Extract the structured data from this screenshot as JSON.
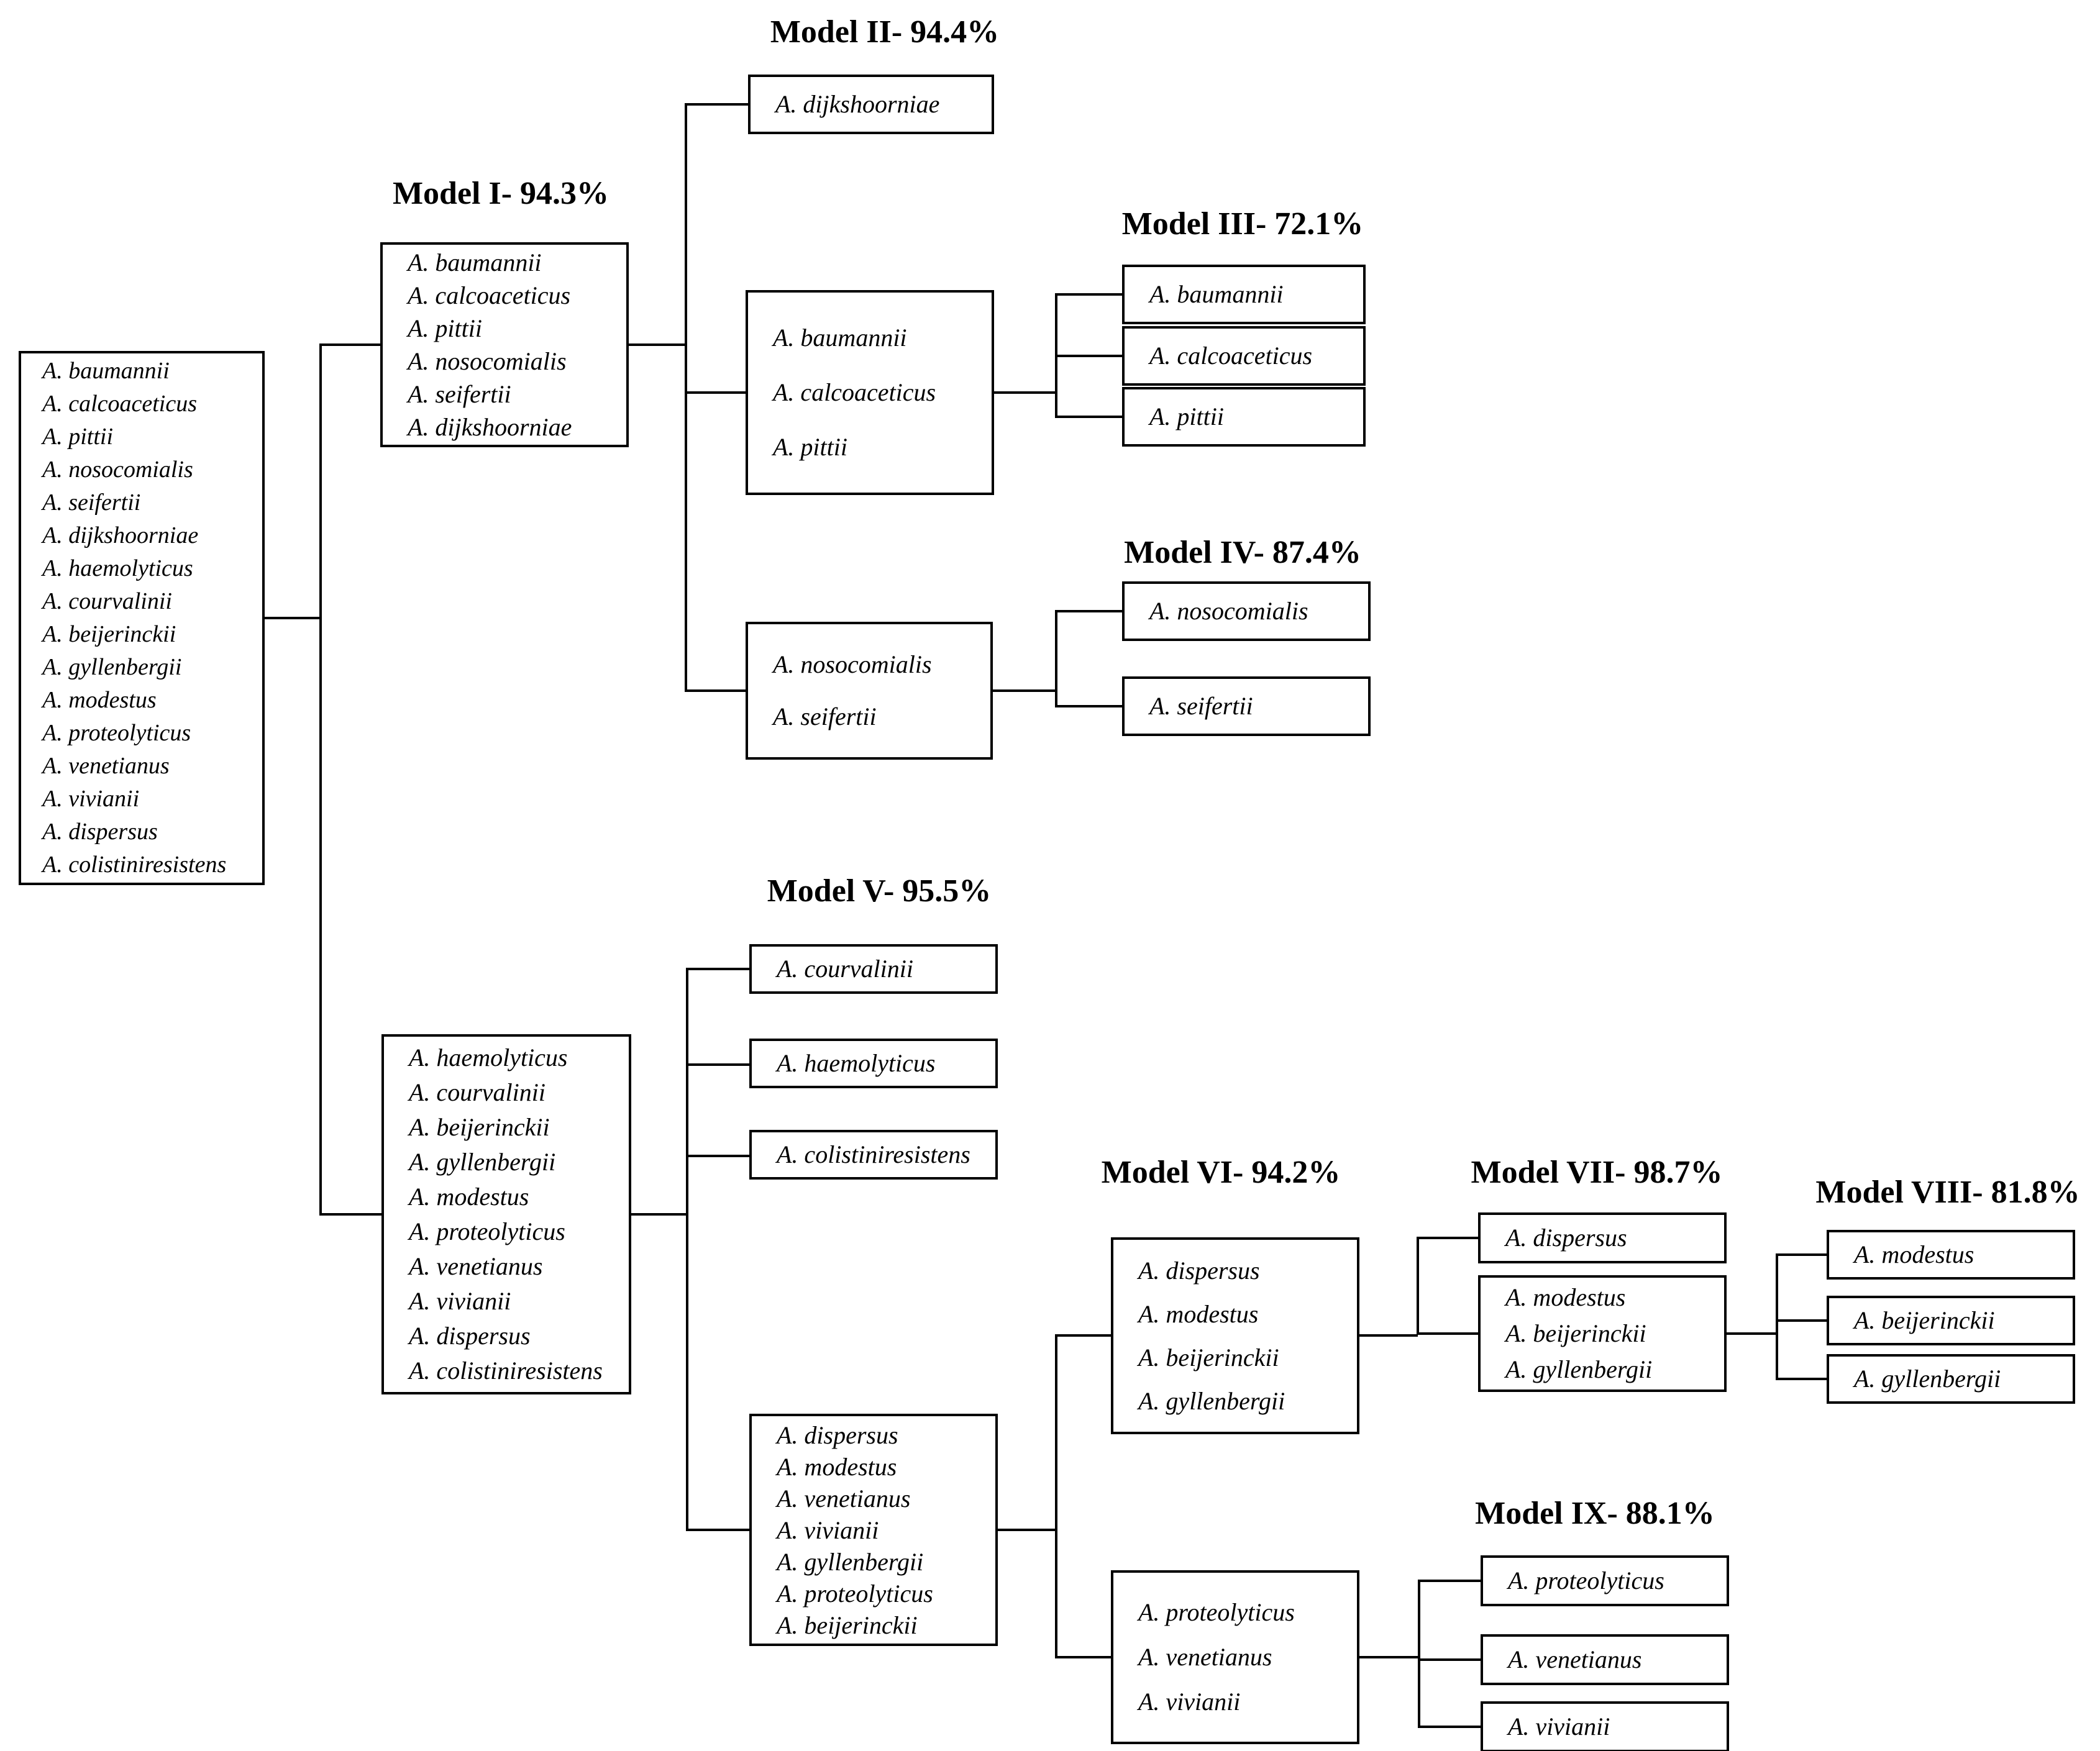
{
  "titles": {
    "m1": "Model I- 94.3%",
    "m2": "Model II- 94.4%",
    "m3": "Model III- 72.1%",
    "m4": "Model IV- 87.4%",
    "m5": "Model V- 95.5%",
    "m6": "Model VI- 94.2%",
    "m7": "Model VII- 98.7%",
    "m8": "Model VIII- 81.8%",
    "m9": "Model IX- 88.1%"
  },
  "boxes": {
    "root": [
      "A. baumannii",
      "A. calcoaceticus",
      "A. pittii",
      "A. nosocomialis",
      "A. seifertii",
      "A. dijkshoorniae",
      "A. haemolyticus",
      "A. courvalinii",
      "A. beijerinckii",
      "A. gyllenbergii",
      "A. modestus",
      "A. proteolyticus",
      "A. venetianus",
      "A. vivianii",
      "A. dispersus",
      "A. colistiniresistens"
    ],
    "model1_cluster": [
      "A. baumannii",
      "A. calcoaceticus",
      "A. pittii",
      "A. nosocomialis",
      "A. seifertii",
      "A. dijkshoorniae"
    ],
    "model2_dijkshoorniae": [
      "A. dijkshoorniae"
    ],
    "model3_cluster": [
      "A. baumannii",
      "A. calcoaceticus",
      "A. pittii"
    ],
    "model3_baumannii": [
      "A. baumannii"
    ],
    "model3_calcoaceticus": [
      "A. calcoaceticus"
    ],
    "model3_pittii": [
      "A. pittii"
    ],
    "model4_cluster": [
      "A. nosocomialis",
      "A. seifertii"
    ],
    "model4_nosocomialis": [
      "A. nosocomialis"
    ],
    "model4_seifertii": [
      "A. seifertii"
    ],
    "model5_cluster": [
      "A. haemolyticus",
      "A. courvalinii",
      "A. beijerinckii",
      "A. gyllenbergii",
      "A. modestus",
      "A. proteolyticus",
      "A. venetianus",
      "A. vivianii",
      "A. dispersus",
      "A. colistiniresistens"
    ],
    "model5_courvalinii": [
      "A. courvalinii"
    ],
    "model5_haemolyticus": [
      "A. haemolyticus"
    ],
    "model5_colistiniresistens": [
      "A. colistiniresistens"
    ],
    "model6_source_cluster": [
      "A. dispersus",
      "A. modestus",
      "A. venetianus",
      "A. vivianii",
      "A. gyllenbergii",
      "A. proteolyticus",
      "A. beijerinckii"
    ],
    "model6_cluster": [
      "A. dispersus",
      "A. modestus",
      "A. beijerinckii",
      "A. gyllenbergii"
    ],
    "model7_dispersus": [
      "A. dispersus"
    ],
    "model7_cluster": [
      "A. modestus",
      "A. beijerinckii",
      "A. gyllenbergii"
    ],
    "model8_modestus": [
      "A. modestus"
    ],
    "model8_beijerinckii": [
      "A. beijerinckii"
    ],
    "model8_gyllenbergii": [
      "A. gyllenbergii"
    ],
    "model9_cluster": [
      "A. proteolyticus",
      "A. venetianus",
      "A. vivianii"
    ],
    "model9_proteolyticus": [
      "A. proteolyticus"
    ],
    "model9_venetianus": [
      "A. venetianus"
    ],
    "model9_vivianii": [
      "A. vivianii"
    ]
  }
}
